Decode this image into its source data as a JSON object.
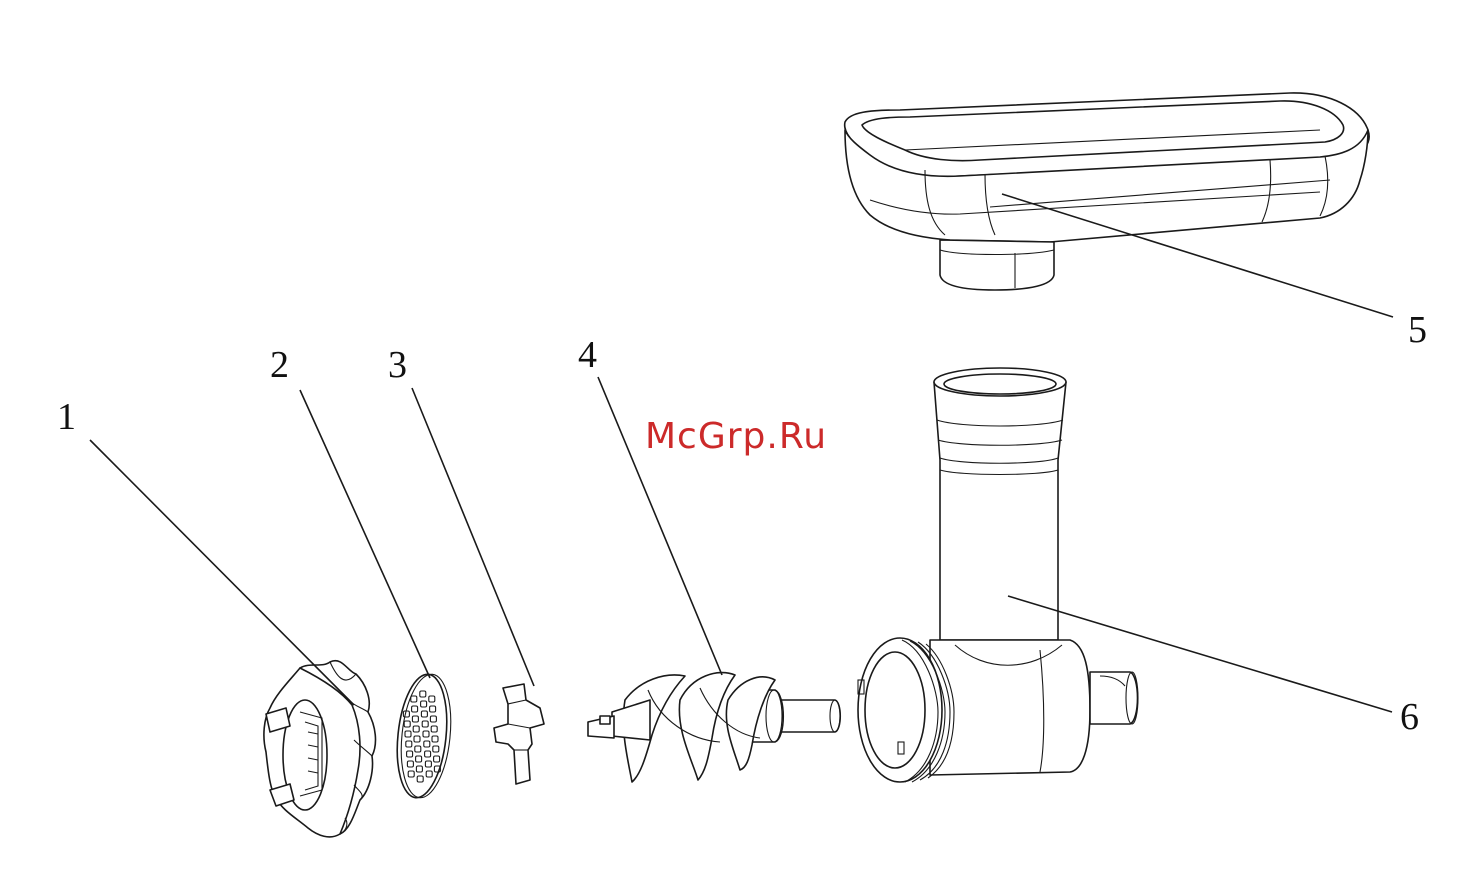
{
  "watermark": {
    "text": "McGrp.Ru",
    "color": "#cc2a2a"
  },
  "callouts": [
    {
      "number": "1",
      "part": "locking-ring"
    },
    {
      "number": "2",
      "part": "grinding-plate"
    },
    {
      "number": "3",
      "part": "cutting-blade"
    },
    {
      "number": "4",
      "part": "feed-screw"
    },
    {
      "number": "5",
      "part": "food-tray"
    },
    {
      "number": "6",
      "part": "grinder-housing"
    }
  ]
}
